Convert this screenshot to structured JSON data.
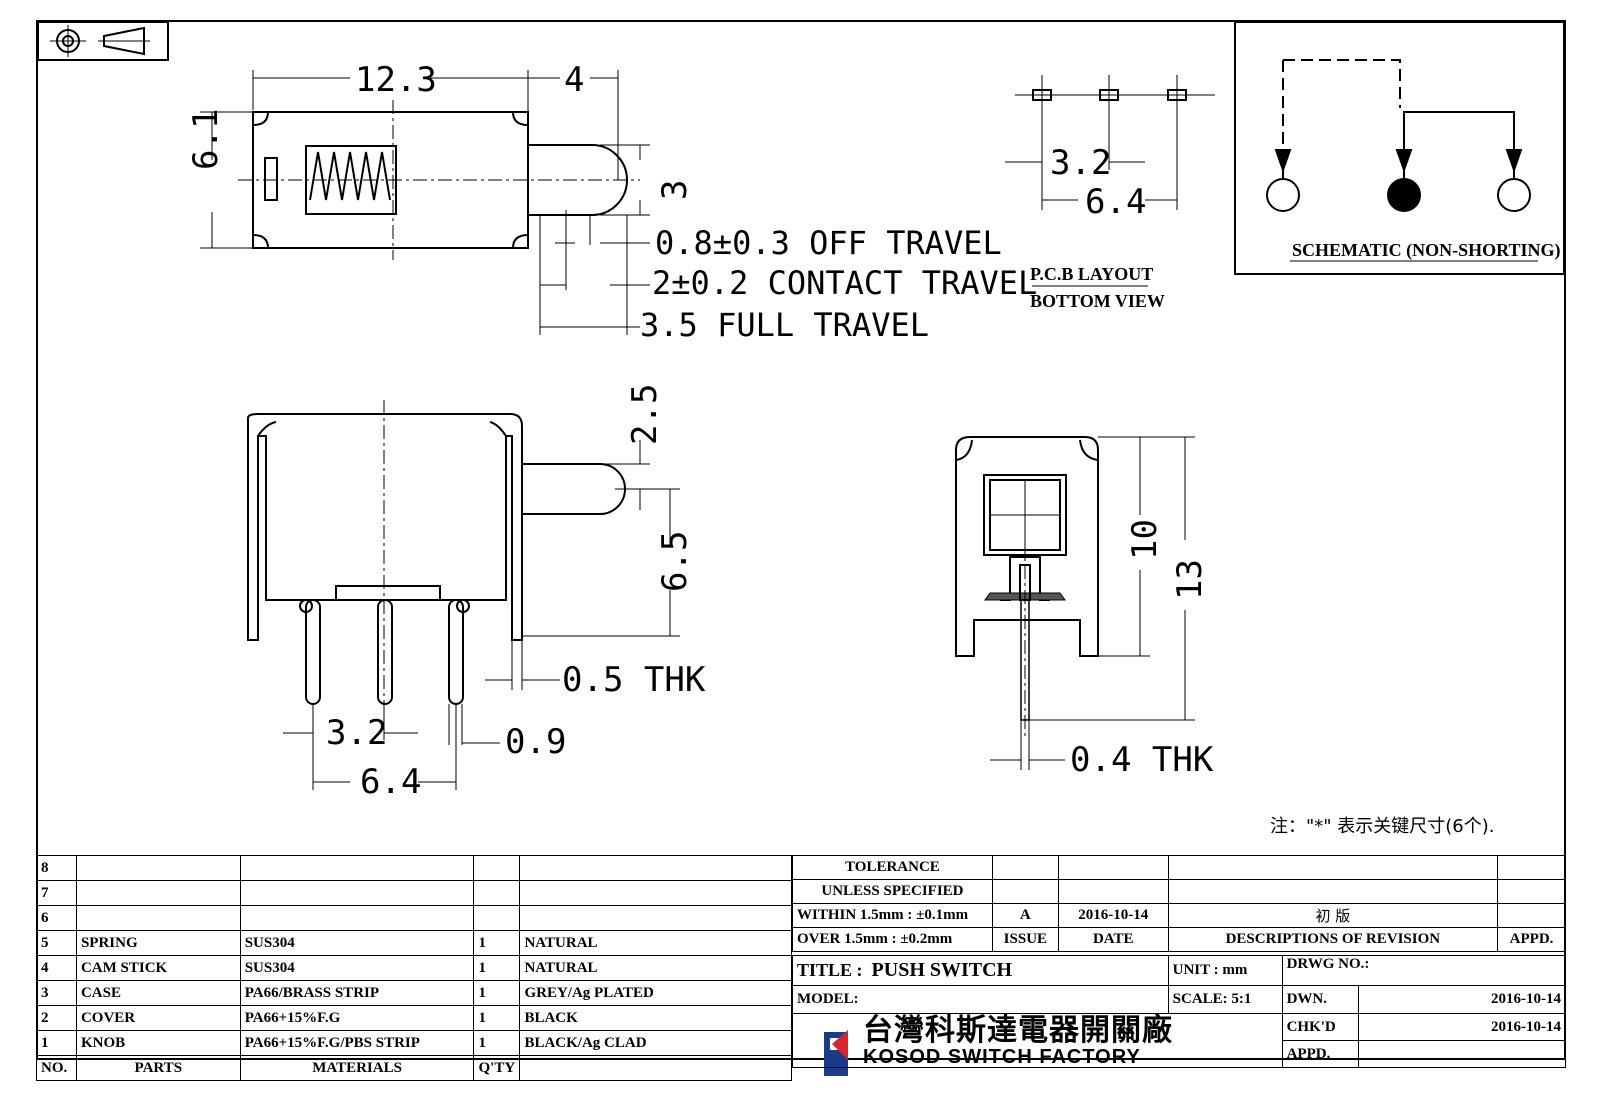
{
  "top_view": {
    "dim_length": "12.3",
    "dim_plunger": "4",
    "dim_height": "6.1",
    "dim_plunger_dia": "3",
    "off_travel": "0.8±0.3 OFF TRAVEL",
    "contact_travel": "2±0.2 CONTACT TRAVEL",
    "full_travel": "3.5 FULL TRAVEL"
  },
  "pcb_layout": {
    "dim_pitch": "3.2",
    "dim_span": "6.4",
    "label_line1": "P.C.B LAYOUT",
    "label_line2": "BOTTOM VIEW"
  },
  "schematic": {
    "label": "SCHEMATIC (NON-SHORTING)"
  },
  "front_view": {
    "dim_plunger_dia": "2.5",
    "dim_plunger_height": "6.5",
    "dim_thk": "0.5 THK",
    "dim_pitch": "3.2",
    "dim_pin": "0.9",
    "dim_span": "6.4"
  },
  "side_view": {
    "dim_body": "10",
    "dim_total": "13",
    "dim_thk": "0.4 THK"
  },
  "note": "注：\"*\"  表示关键尺寸(6个).",
  "parts_table": {
    "headers": {
      "no": "NO.",
      "parts": "PARTS",
      "materials": "MATERIALS",
      "qty": "Q'TY"
    },
    "rows": [
      {
        "no": "8",
        "part": "",
        "material": "",
        "qty": "",
        "finish": ""
      },
      {
        "no": "7",
        "part": "",
        "material": "",
        "qty": "",
        "finish": ""
      },
      {
        "no": "6",
        "part": "",
        "material": "",
        "qty": "",
        "finish": ""
      },
      {
        "no": "5",
        "part": "SPRING",
        "material": "SUS304",
        "qty": "1",
        "finish": "NATURAL"
      },
      {
        "no": "4",
        "part": "CAM STICK",
        "material": "SUS304",
        "qty": "1",
        "finish": "NATURAL"
      },
      {
        "no": "3",
        "part": "CASE",
        "material": "PA66/BRASS STRIP",
        "qty": "1",
        "finish": "GREY/Ag PLATED"
      },
      {
        "no": "2",
        "part": "COVER",
        "material": "PA66+15%F.G",
        "qty": "1",
        "finish": "BLACK"
      },
      {
        "no": "1",
        "part": "KNOB",
        "material": "PA66+15%F.G/PBS STRIP",
        "qty": "1",
        "finish": "BLACK/Ag CLAD"
      }
    ]
  },
  "title_block": {
    "tolerance_line1": "TOLERANCE",
    "tolerance_line2": "UNLESS  SPECIFIED",
    "within": "WITHIN 1.5mm : ±0.1mm",
    "over": "OVER 1.5mm : ±0.2mm",
    "issue_value": "A",
    "date_value": "2016-10-14",
    "revision_desc": "初   版",
    "issue_label": "ISSUE",
    "date_label": "DATE",
    "desc_label": "DESCRIPTIONS OF REVISION",
    "appd_label": "APPD.",
    "title_label": "TITLE :",
    "title_value": "PUSH SWITCH",
    "unit": "UNIT :  mm",
    "drwg_no": "DRWG NO.:",
    "model": "MODEL:",
    "scale": "SCALE:  5:1",
    "dwn_label": "DWN.",
    "dwn_date": "2016-10-14",
    "chkd_label": "CHK'D",
    "chkd_date": "2016-10-14",
    "appd2_label": "APPD.",
    "company_cn": "台灣科斯達電器開關廠",
    "company_en": "KOSOD SWITCH FACTORY"
  }
}
